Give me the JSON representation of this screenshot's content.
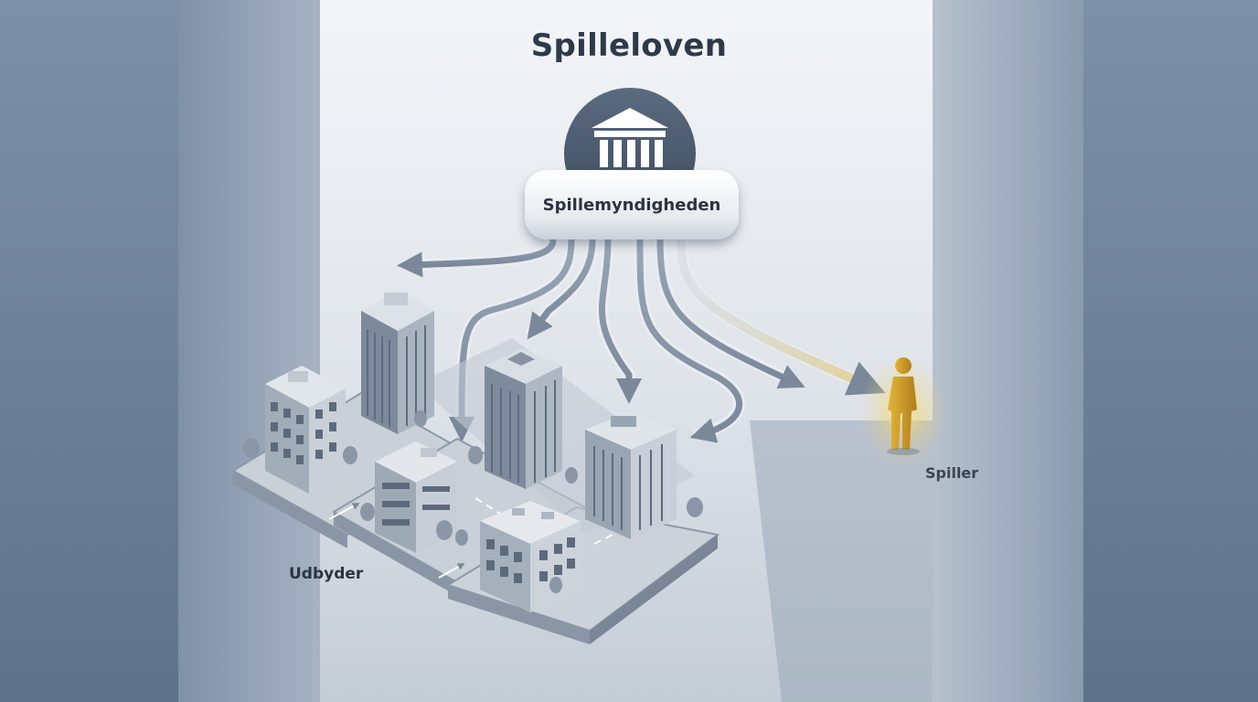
{
  "title": "Spilleloven",
  "authority": {
    "label": "Spillemyndigheden",
    "icon": "bank-building-icon"
  },
  "provider": {
    "label": "Udbyder",
    "icon": "office-buildings-icon"
  },
  "player": {
    "label": "Spiller",
    "icon": "person-icon"
  },
  "colors": {
    "background_outer": "#6a7d94",
    "background_center": "#eef1f5",
    "building": "#b9c2cd",
    "arrow": "#8e9aab",
    "accent_player": "#d9a62b",
    "text": "#2e3a4a"
  }
}
